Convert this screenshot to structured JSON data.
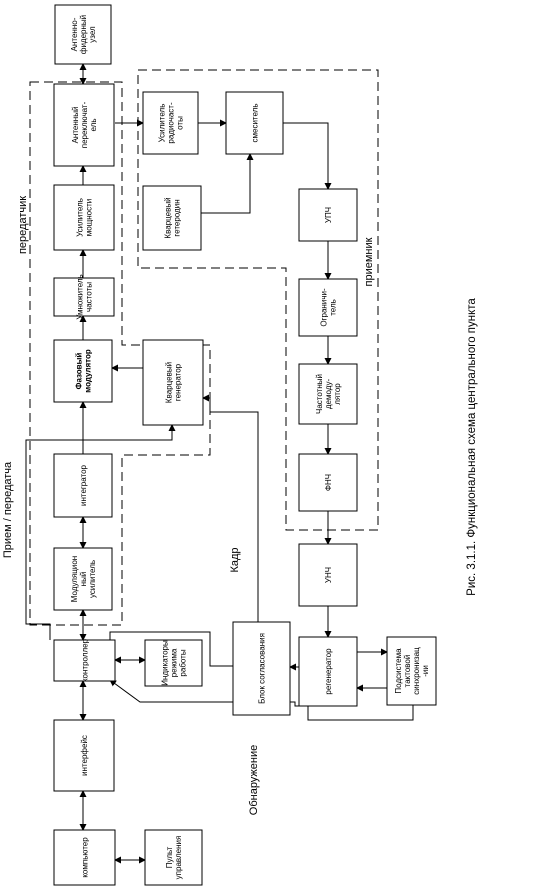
{
  "caption": "Рис. 3.1.1. Функциональная  схема  центрального пункта",
  "regions": {
    "transmitter": "передатчик",
    "receiver": "приемник",
    "rx_tx": "Прием / передатча",
    "frame": "Кадр",
    "detection": "Обнаружение"
  },
  "blocks": {
    "antenna_feeder": [
      "Антенно-",
      "фидерный",
      "узел"
    ],
    "antenna_switch": [
      "Антенный",
      "переключат-",
      "ель"
    ],
    "power_amp": [
      "Усилитель",
      "мощности"
    ],
    "freq_mult": [
      "Умножитель",
      "частоты"
    ],
    "phase_mod": [
      "Фазовый",
      "модулятор"
    ],
    "xtal_gen": [
      "Кварцевый",
      "генератор"
    ],
    "integrator": [
      "интегратор"
    ],
    "mod_amp": [
      "Модуляцион",
      "ный",
      "усилитель"
    ],
    "controller": [
      "контроллер"
    ],
    "indicators": [
      "Индикаторы",
      "режима",
      "работы"
    ],
    "interface": [
      "интерфейс"
    ],
    "computer": [
      "компьютер"
    ],
    "control_panel": [
      "Пульт",
      "управления"
    ],
    "rf_amp": [
      "Усилитель",
      "радиочаст-",
      "оты"
    ],
    "mixer": [
      "смеситель"
    ],
    "xtal_lo": [
      "Кварцевый",
      "гетеродин"
    ],
    "if_amp": [
      "УПЧ"
    ],
    "limiter": [
      "Ограничи-",
      "тель"
    ],
    "freq_demod": [
      "Частотный",
      "демоду-",
      "лятор"
    ],
    "lpf": [
      "ФНЧ"
    ],
    "af_amp": [
      "УНЧ"
    ],
    "regenerator": [
      "регенератор"
    ],
    "sync": [
      "Подсистема",
      "тактовой",
      "синхронизац",
      "-ии"
    ],
    "matching": [
      "Блок согласования"
    ]
  }
}
